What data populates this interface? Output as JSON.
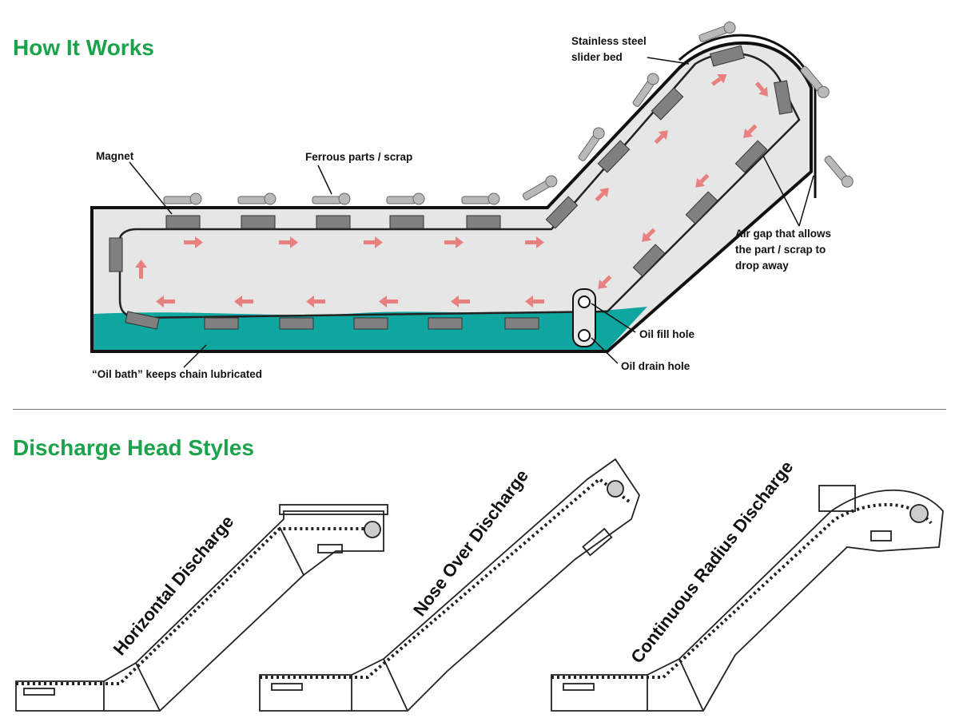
{
  "headings": {
    "how_it_works": "How It Works",
    "discharge_styles": "Discharge Head Styles"
  },
  "labels": {
    "slider_bed_line1": "Stainless steel",
    "slider_bed_line2": "slider bed",
    "magnet": "Magnet",
    "ferrous": "Ferrous parts / scrap",
    "air_gap_line1": "Air gap that allows",
    "air_gap_line2": "the part / scrap to",
    "air_gap_line3": "drop away",
    "oil_fill": "Oil fill hole",
    "oil_drain": "Oil drain hole",
    "oil_bath": "“Oil bath” keeps chain lubricated"
  },
  "discharge_styles": [
    {
      "label": "Horizontal Discharge"
    },
    {
      "label": "Nose Over Discharge"
    },
    {
      "label": "Continuous Radius Discharge"
    }
  ],
  "colors": {
    "heading": "#1aa34a",
    "oil": "#0fa6a0",
    "arrow": "#e98080",
    "magnet": "#808080",
    "body_fill": "#e6e6e6"
  }
}
